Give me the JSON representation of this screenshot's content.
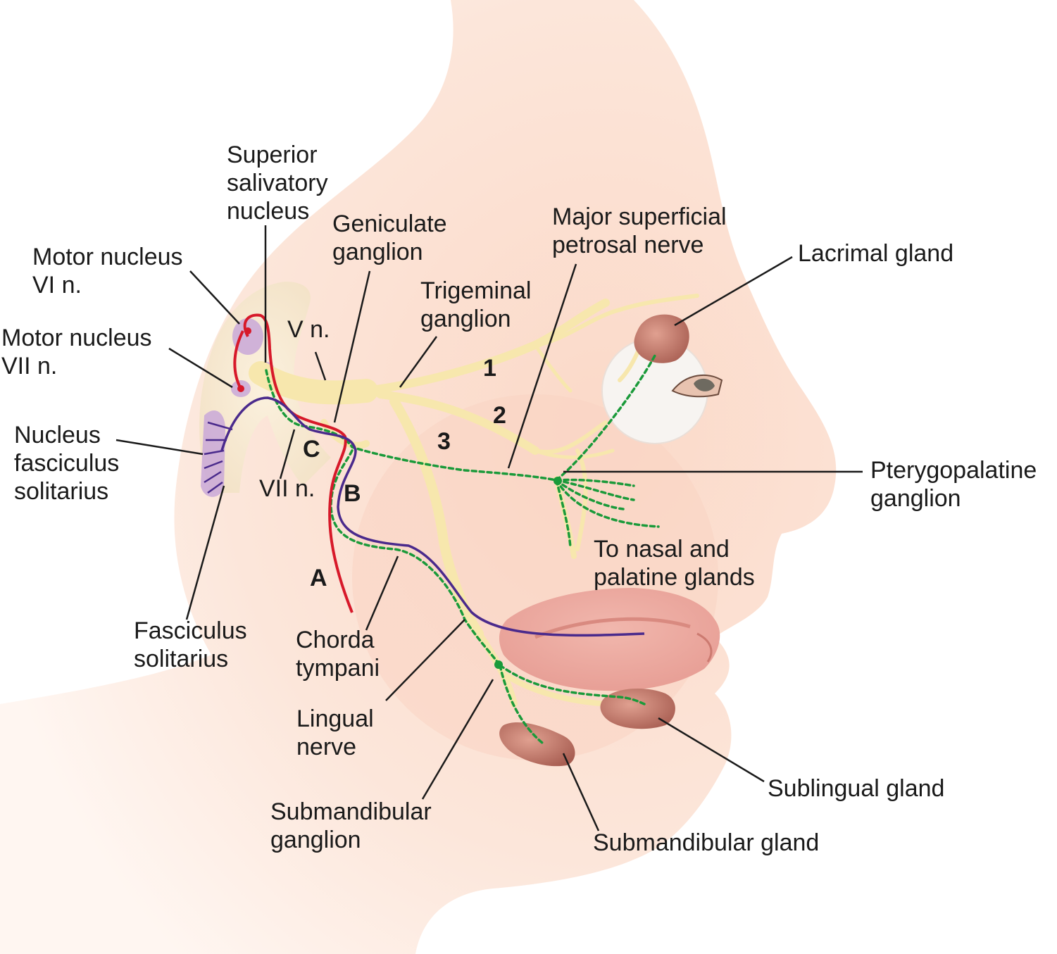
{
  "labels": {
    "superior_salivatory": [
      "Superior",
      "salivatory",
      "nucleus"
    ],
    "geniculate": [
      "Geniculate",
      "ganglion"
    ],
    "major_petrosal": [
      "Major superficial",
      "petrosal nerve"
    ],
    "lacrimal": [
      "Lacrimal gland"
    ],
    "motor_vi": [
      "Motor nucleus",
      "VI n."
    ],
    "trigeminal": [
      "Trigeminal",
      "ganglion"
    ],
    "v_nerve": [
      "V n."
    ],
    "motor_vii": [
      "Motor nucleus",
      "VII n."
    ],
    "nucleus_fs": [
      "Nucleus",
      "fasciculus",
      "solitarius"
    ],
    "vii_nerve": [
      "VII n."
    ],
    "pterygopalatine": [
      "Pterygopalatine",
      "ganglion"
    ],
    "nasal_palatine": [
      "To nasal and",
      "palatine glands"
    ],
    "fasciculus": [
      "Fasciculus",
      "solitarius"
    ],
    "chorda": [
      "Chorda",
      "tympani"
    ],
    "lingual": [
      "Lingual",
      "nerve"
    ],
    "submandibular_ganglion": [
      "Submandibular",
      "ganglion"
    ],
    "sublingual": [
      "Sublingual gland"
    ],
    "submandibular_gland": [
      "Submandibular gland"
    ]
  },
  "markers": {
    "a": "A",
    "b": "B",
    "c": "C",
    "one": "1",
    "two": "2",
    "three": "3"
  },
  "colors": {
    "skin": "#fbe3d6",
    "nerve": "#f7e7ad",
    "motor_fiber": "#d7192a",
    "sensory_fiber": "#4a2a8c",
    "parasympathetic": "#1a9a3a",
    "nucleus": "#c9a8d8",
    "gland": "#c88070"
  }
}
